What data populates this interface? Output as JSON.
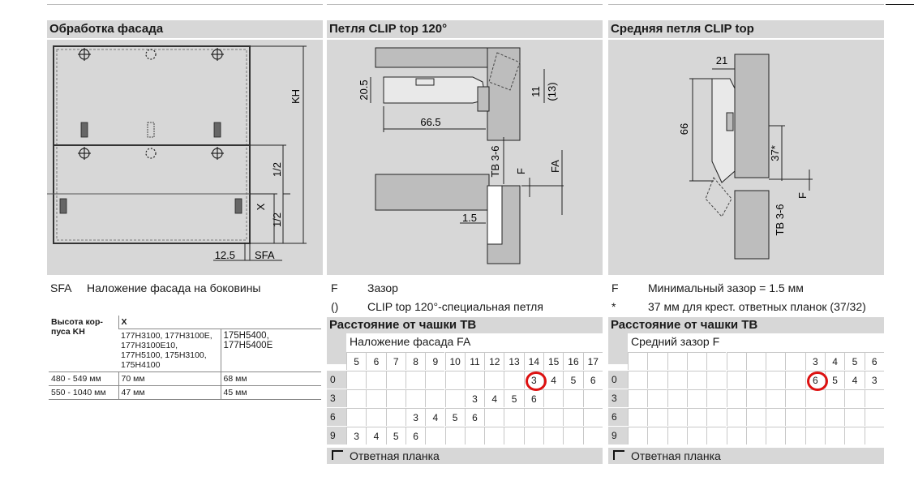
{
  "headers": {
    "left": "Обработка фасада",
    "middle": "Петля CLIP top 120°",
    "right": "Средняя петля CLIP top"
  },
  "left_drawing": {
    "kh": "KH",
    "half_top": "1/2",
    "half_bottom": "1/2",
    "x": "X",
    "dim_12_5": "12.5",
    "sfa": "SFA"
  },
  "middle_drawing": {
    "d20_5": "20.5",
    "d66_5": "66.5",
    "d11": "11",
    "d13": "(13)",
    "tb": "TB 3-6",
    "f": "F",
    "fa": "FA",
    "d1_5": "1.5"
  },
  "right_drawing": {
    "d21": "21",
    "d66": "66",
    "d37": "37*",
    "tb": "TB 3-6",
    "f": "F"
  },
  "legend_left": {
    "key": "SFA",
    "text": "Наложение фасада на боковины"
  },
  "legend_middle": [
    {
      "key": "F",
      "text": "Зазор"
    },
    {
      "key": "()",
      "text": "CLIP top 120°-специальная петля"
    }
  ],
  "legend_right": [
    {
      "key": "F",
      "text": "Минимальный зазор = 1.5 мм"
    },
    {
      "key": "*",
      "text": "37 мм для крест. ответных планок (37/32)"
    }
  ],
  "kh_table": {
    "h1": "Высота кор-пуса KH",
    "h2": "X",
    "sub1": "177H3100, 177H3100E, 177H3100E10, 177H5100, 175H3100, 175H4100",
    "sub2": "175H5400, 177H5400E",
    "rows": [
      {
        "range": "480 - 549 мм",
        "a": "70 мм",
        "b": "68 мм"
      },
      {
        "range": "550 - 1040 мм",
        "a": "47 мм",
        "b": "45 мм"
      }
    ]
  },
  "table_fa": {
    "title": "Расстояние от чашки ТВ",
    "subtitle": "Наложение фасада FA",
    "cols": [
      "5",
      "6",
      "7",
      "8",
      "9",
      "10",
      "11",
      "12",
      "13",
      "14",
      "15",
      "16",
      "17"
    ],
    "rows": [
      {
        "label": "0",
        "cells": [
          "",
          "",
          "",
          "",
          "",
          "",
          "",
          "",
          "",
          "3",
          "4",
          "5",
          "6"
        ]
      },
      {
        "label": "3",
        "cells": [
          "",
          "",
          "",
          "",
          "",
          "",
          "3",
          "4",
          "5",
          "6",
          "",
          "",
          ""
        ]
      },
      {
        "label": "6",
        "cells": [
          "",
          "",
          "",
          "3",
          "4",
          "5",
          "6",
          "",
          "",
          "",
          "",
          "",
          ""
        ]
      },
      {
        "label": "9",
        "cells": [
          "3",
          "4",
          "5",
          "6",
          "",
          "",
          "",
          "",
          "",
          "",
          "",
          "",
          ""
        ]
      }
    ],
    "footer": "Ответная планка"
  },
  "table_f": {
    "title": "Расстояние от чашки ТВ",
    "subtitle": "Средний зазор F",
    "cols": [
      "",
      "",
      "",
      "",
      "",
      "",
      "",
      "",
      "",
      "3",
      "4",
      "5",
      "6"
    ],
    "rows": [
      {
        "label": "0",
        "cells": [
          "",
          "",
          "",
          "",
          "",
          "",
          "",
          "",
          "",
          "6",
          "5",
          "4",
          "3"
        ]
      },
      {
        "label": "3",
        "cells": [
          "",
          "",
          "",
          "",
          "",
          "",
          "",
          "",
          "",
          "",
          "",
          "",
          ""
        ]
      },
      {
        "label": "6",
        "cells": [
          "",
          "",
          "",
          "",
          "",
          "",
          "",
          "",
          "",
          "",
          "",
          "",
          ""
        ]
      },
      {
        "label": "9",
        "cells": [
          "",
          "",
          "",
          "",
          "",
          "",
          "",
          "",
          "",
          "",
          "",
          "",
          ""
        ]
      }
    ],
    "footer": "Ответная планка"
  },
  "colors": {
    "panel": "#d7d7d7",
    "highlight": "#dd1111"
  }
}
